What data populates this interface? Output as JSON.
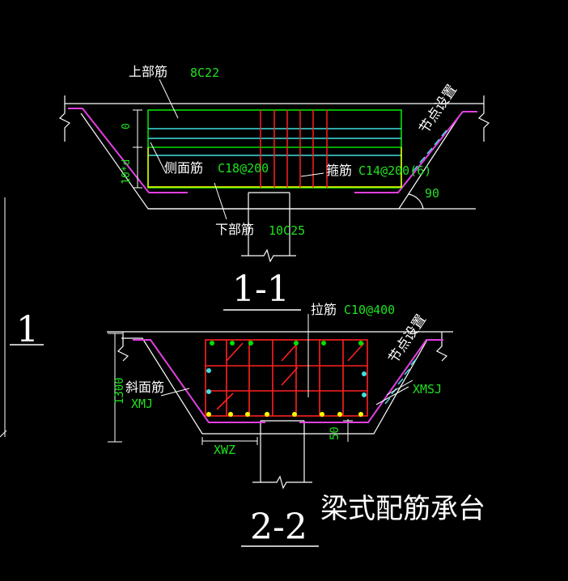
{
  "section_1_1": {
    "top_bar_label": "上部筋",
    "top_bar_spec": "8C22",
    "side_bar_label": "侧面筋",
    "side_bar_spec": "C18@200",
    "stirrup_label": "箍筋",
    "stirrup_spec": "C14@200(6)",
    "bottom_bar_label": "下部筋",
    "bottom_bar_spec": "10C25",
    "dim_zero": "0",
    "dim_10d": "10*d",
    "angle": "90",
    "node_setting": "节点设置",
    "section_title": "1-1"
  },
  "side_title": "1",
  "section_2_2": {
    "tie_bar_label": "拉筋",
    "tie_bar_spec": "C10@400",
    "node_setting": "节点设置",
    "height_dim": "1300",
    "slope_bar_label": "斜面筋",
    "xmj": "XMJ",
    "xmsj": "XMSJ",
    "xwz": "XWZ",
    "dim_50": "50",
    "section_title": "2-2"
  },
  "drawing_title": "梁式配筋承台",
  "colors": {
    "background": "#000000",
    "outline": "#ffffff",
    "magenta": "#e040e0",
    "green": "#00e000",
    "cyan": "#40e0e0",
    "red": "#ff2020",
    "yellow": "#ffff00",
    "label_green": "#20e020"
  }
}
